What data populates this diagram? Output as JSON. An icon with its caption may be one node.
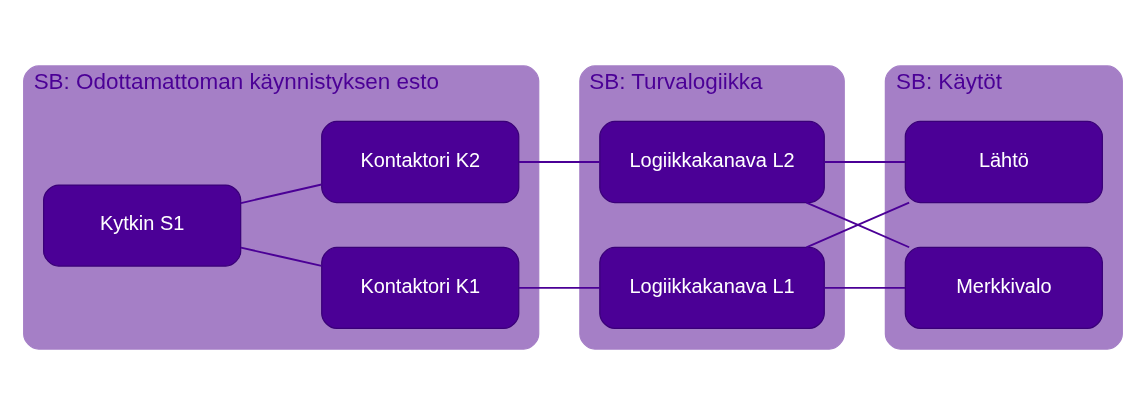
{
  "diagram": {
    "nodes": [
      {
        "text": [
          "SB: Odottamattoman käynnistyksen esto"
        ]
      },
      {
        "text": [
          "Kytkin S1"
        ],
        "in": 0
      },
      {
        "text": [
          "Kontaktori K1"
        ],
        "in": 0
      },
      {
        "text": [
          "Kontaktori K2"
        ],
        "in": 0
      },
      {
        "text": [
          "SB: Turvalogiikka"
        ]
      },
      {
        "text": [
          "Logiikkakanava L1"
        ],
        "in": 4
      },
      {
        "text": [
          "Logiikkakanava L2"
        ],
        "in": 4
      },
      {
        "text": [
          "SB: Käytöt"
        ]
      },
      {
        "text": [
          "Lähtö"
        ],
        "in": 7
      },
      {
        "text": [
          "Merkkivalo"
        ],
        "in": 7
      }
    ],
    "edges": [
      {
        "from": 1,
        "to": 2,
        "arrow": "none"
      },
      {
        "from": 1,
        "to": 3,
        "arrow": "none"
      },
      {
        "from": 2,
        "to": 5,
        "arrow": "none"
      },
      {
        "from": 3,
        "to": 6,
        "arrow": "none"
      },
      {
        "from": 5,
        "to": 8,
        "arrow": "none"
      },
      {
        "from": 5,
        "to": 9,
        "arrow": "none"
      },
      {
        "from": 6,
        "to": 8,
        "arrow": "none"
      },
      {
        "from": 6,
        "to": 9,
        "arrow": "none"
      }
    ]
  }
}
